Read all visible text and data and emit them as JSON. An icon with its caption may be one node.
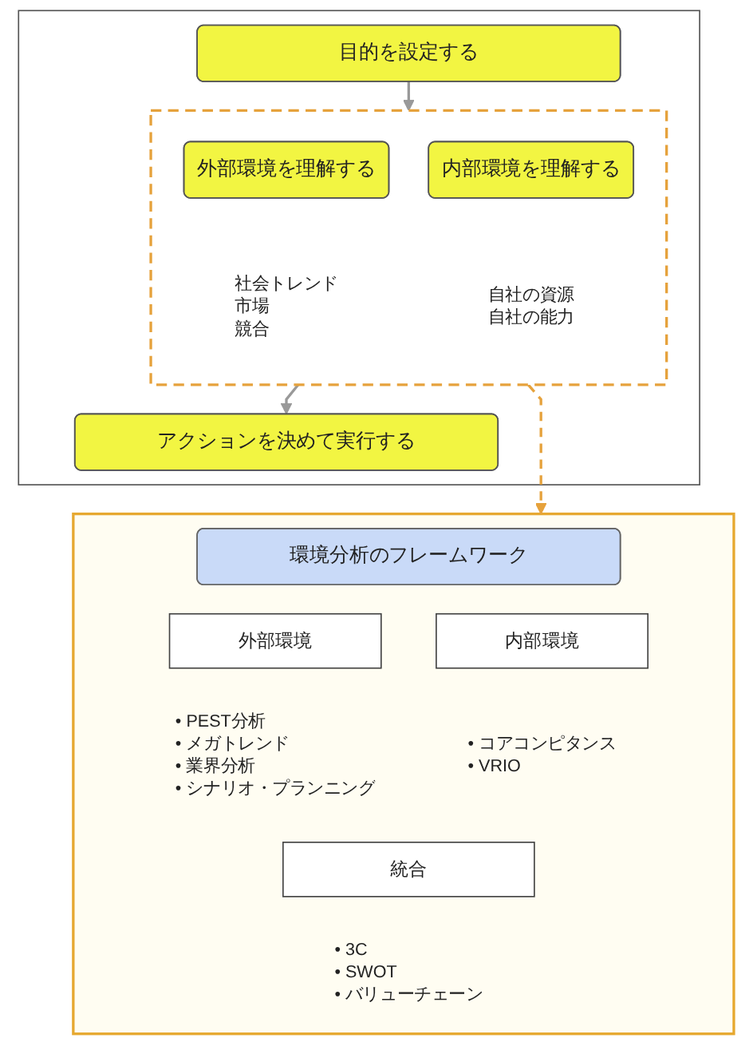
{
  "diagram": {
    "nodes": [
      {
        "text": [],
        "shape": "box"
      },
      {
        "text": [
          "目的を設定する"
        ],
        "in": 0
      },
      {
        "text": [],
        "shape": "box",
        "in": 0
      },
      {
        "text": [
          "外部環境を理解する"
        ],
        "in": 2,
        "beside": [
          "社会トレンド",
          "市場",
          "競合"
        ]
      },
      {
        "text": [
          "内部環境を理解する"
        ],
        "in": 2,
        "beside": [
          "自社の資源",
          "自社の能力"
        ]
      },
      {
        "text": [
          "アクションを決めて実行する"
        ],
        "in": 0
      },
      {
        "text": [],
        "shape": "box"
      },
      {
        "text": [
          "環境分析のフレームワーク"
        ],
        "in": 6
      },
      {
        "text": [
          "外部環境"
        ],
        "in": 6,
        "beside": [
          "• PEST分析",
          "• メガトレンド",
          "• 業界分析",
          "• シナリオ・プランニング"
        ]
      },
      {
        "text": [
          "内部環境"
        ],
        "in": 6,
        "beside": [
          "• コアコンピタンス",
          "• VRIO"
        ]
      },
      {
        "text": [
          "統合"
        ],
        "in": 6,
        "beside": [
          "• 3C",
          "• SWOT",
          "• バリューチェーン"
        ]
      }
    ],
    "edges": [
      {
        "from": 1,
        "to": 2,
        "arrow": "to"
      },
      {
        "from": 2,
        "to": 5,
        "arrow": "to"
      },
      {
        "from": 2,
        "to": 6,
        "arrow": "to",
        "style": "dashed",
        "color": "#e6a23c"
      }
    ]
  }
}
